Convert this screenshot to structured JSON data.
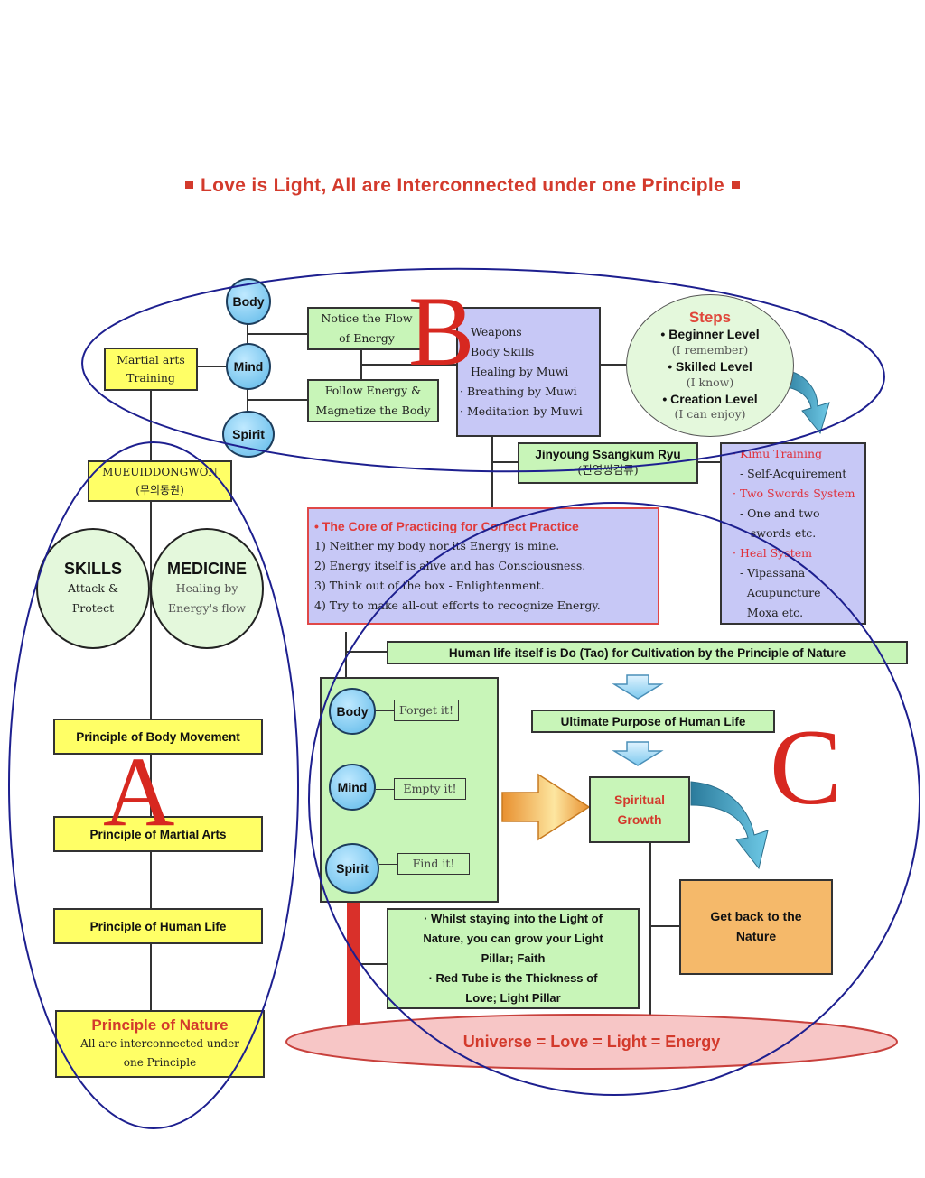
{
  "title": "Love is Light, All are Interconnected under one Principle",
  "section_labels": {
    "a": "A",
    "b": "B",
    "c": "C"
  },
  "top": {
    "martial_arts_training": [
      "Martial arts",
      "Training"
    ],
    "circles": [
      "Body",
      "Mind",
      "Spirit"
    ],
    "notice_flow": [
      "Notice the Flow",
      "of Energy"
    ],
    "follow_energy": [
      "Follow Energy &",
      "Magnetize the Body"
    ],
    "practice_list": [
      "Weapons",
      "Body Skills",
      "Healing by Muwi",
      "· Breathing by Muwi",
      "· Meditation by Muwi"
    ],
    "steps": {
      "heading": "Steps",
      "levels": [
        {
          "name": "• Beginner Level",
          "note": "(I remember)"
        },
        {
          "name": "• Skilled Level",
          "note": "(I know)"
        },
        {
          "name": "• Creation Level",
          "note": "(I can enjoy)"
        }
      ]
    }
  },
  "mueuiddongwon": [
    "MUEUIDDONGWON",
    "(무의동원)"
  ],
  "jinyoung": [
    "Jinyoung Ssangkum Ryu",
    "(진영쌍검류)"
  ],
  "systems": [
    {
      "text": "· Kimu Training",
      "highlight": true
    },
    {
      "text": "  - Self-Acquirement",
      "highlight": false
    },
    {
      "text": "· Two Swords System",
      "highlight": true
    },
    {
      "text": "  - One and two",
      "highlight": false
    },
    {
      "text": "     swords etc.",
      "highlight": false
    },
    {
      "text": "· Heal System",
      "highlight": true
    },
    {
      "text": "  - Vipassana",
      "highlight": false
    },
    {
      "text": "    Acupuncture",
      "highlight": false
    },
    {
      "text": "    Moxa etc.",
      "highlight": false
    }
  ],
  "core": {
    "heading": "• The Core of Practicing for Correct Practice",
    "items": [
      "1) Neither my body nor its Energy is mine.",
      "2) Energy itself is alive and has Consciousness.",
      "3) Think out of the box - Enlightenment.",
      "4) Try to make all-out efforts to recognize Energy."
    ]
  },
  "skills": {
    "title": "SKILLS",
    "sub": [
      "Attack &",
      "Protect"
    ]
  },
  "medicine": {
    "title": "MEDICINE",
    "sub": [
      "Healing by",
      "Energy's flow"
    ]
  },
  "principles": [
    "Principle of Body Movement",
    "Principle of Martial Arts",
    "Principle of Human Life"
  ],
  "principle_nature": {
    "title": "Principle of Nature",
    "sub": [
      "All are interconnected under",
      "one Principle"
    ]
  },
  "human_life": "Human life itself is Do (Tao) for Cultivation by the Principle of Nature",
  "ultimate_purpose": "Ultimate Purpose of Human Life",
  "spiritual_growth": [
    "Spiritual",
    "Growth"
  ],
  "bms": [
    {
      "label": "Body",
      "action": "Forget it!"
    },
    {
      "label": "Mind",
      "action": "Empty it!"
    },
    {
      "label": "Spirit",
      "action": "Find it!"
    }
  ],
  "get_back": [
    "Get back to the",
    "Nature"
  ],
  "light_notes": [
    "· Whilst staying into the Light of",
    "Nature, you can grow your Light",
    "Pillar; Faith",
    "· Red Tube is the Thickness of",
    "Love; Light Pillar"
  ],
  "universe": "Universe = Love = Light = Energy",
  "colors": {
    "title_red": "#d33a2c",
    "yellow": "#ffff66",
    "green": "#c8f5b8",
    "lavender": "#c7c8f6",
    "orange": "#f5b96a",
    "annot_blue": "#1d1f8f"
  }
}
